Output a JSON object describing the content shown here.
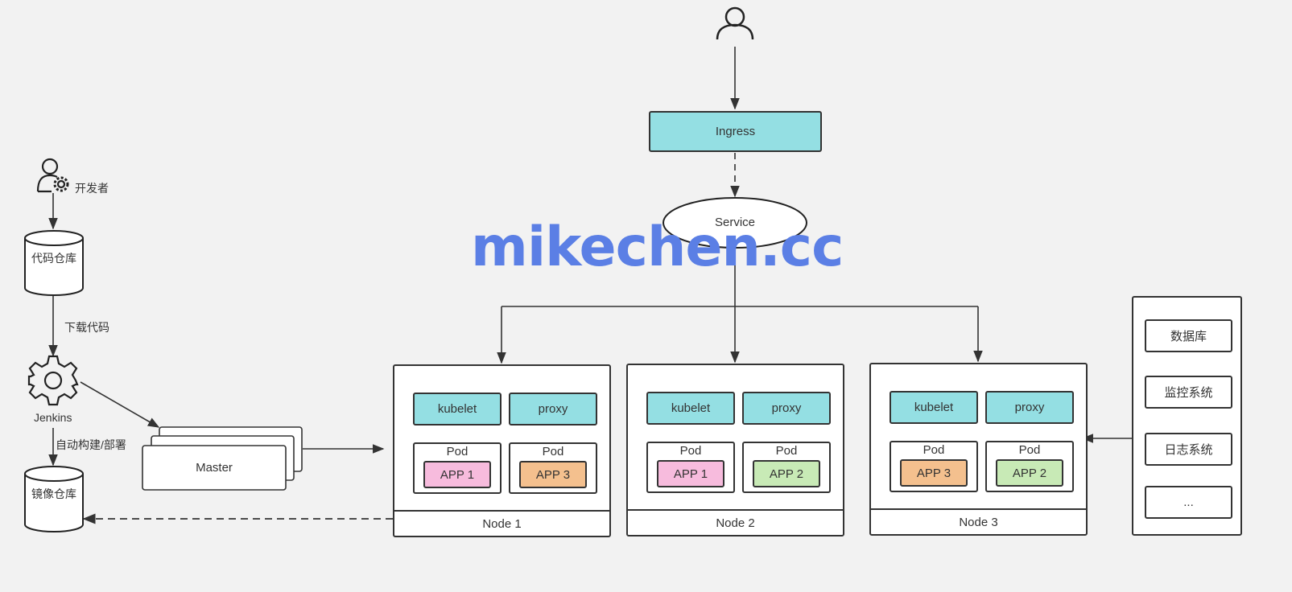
{
  "ingress": "Ingress",
  "service": "Service",
  "watermark": "mikechen.cc",
  "developer": "开发者",
  "code_repo": "代码仓库",
  "download_code": "下载代码",
  "jenkins": "Jenkins",
  "auto_build": "自动构建/部署",
  "image_repo": "镜像仓库",
  "master": "Master",
  "nodes": [
    {
      "label": "Node 1",
      "kubelet": "kubelet",
      "proxy": "proxy",
      "pods": [
        {
          "title": "Pod",
          "app": "APP 1",
          "color": "#f7bbdd"
        },
        {
          "title": "Pod",
          "app": "APP 3",
          "color": "#f4c08e"
        }
      ]
    },
    {
      "label": "Node 2",
      "kubelet": "kubelet",
      "proxy": "proxy",
      "pods": [
        {
          "title": "Pod",
          "app": "APP 1",
          "color": "#f7bbdd"
        },
        {
          "title": "Pod",
          "app": "APP 2",
          "color": "#c8eab6"
        }
      ]
    },
    {
      "label": "Node 3",
      "kubelet": "kubelet",
      "proxy": "proxy",
      "pods": [
        {
          "title": "Pod",
          "app": "APP 3",
          "color": "#f4c08e"
        },
        {
          "title": "Pod",
          "app": "APP 2",
          "color": "#c8eab6"
        }
      ]
    }
  ],
  "services": [
    "数据库",
    "监控系统",
    "日志系统",
    "..."
  ],
  "colors": {
    "teal": "#94dfe3",
    "pink": "#f7bbdd",
    "orange": "#f4c08e",
    "green": "#c8eab6",
    "watermark": "#5b7fe5"
  }
}
